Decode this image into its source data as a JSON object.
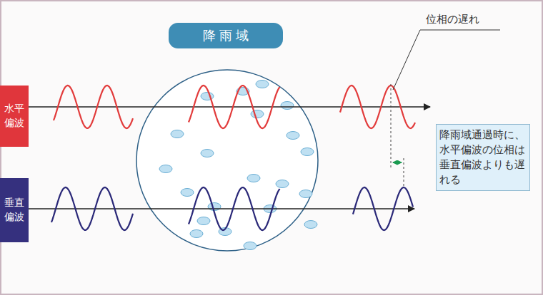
{
  "diagram": {
    "nodes": [
      {
        "text": [
          "水平偏波"
        ]
      },
      {
        "text": [
          "垂直偏波"
        ]
      },
      {
        "text": [
          "降雨域"
        ]
      },
      {
        "text": [
          "降雨域通過時に、水平偏波の位相は垂直偏波よりも遅れる"
        ]
      }
    ],
    "labels": [
      "位相の遅れ"
    ]
  }
}
